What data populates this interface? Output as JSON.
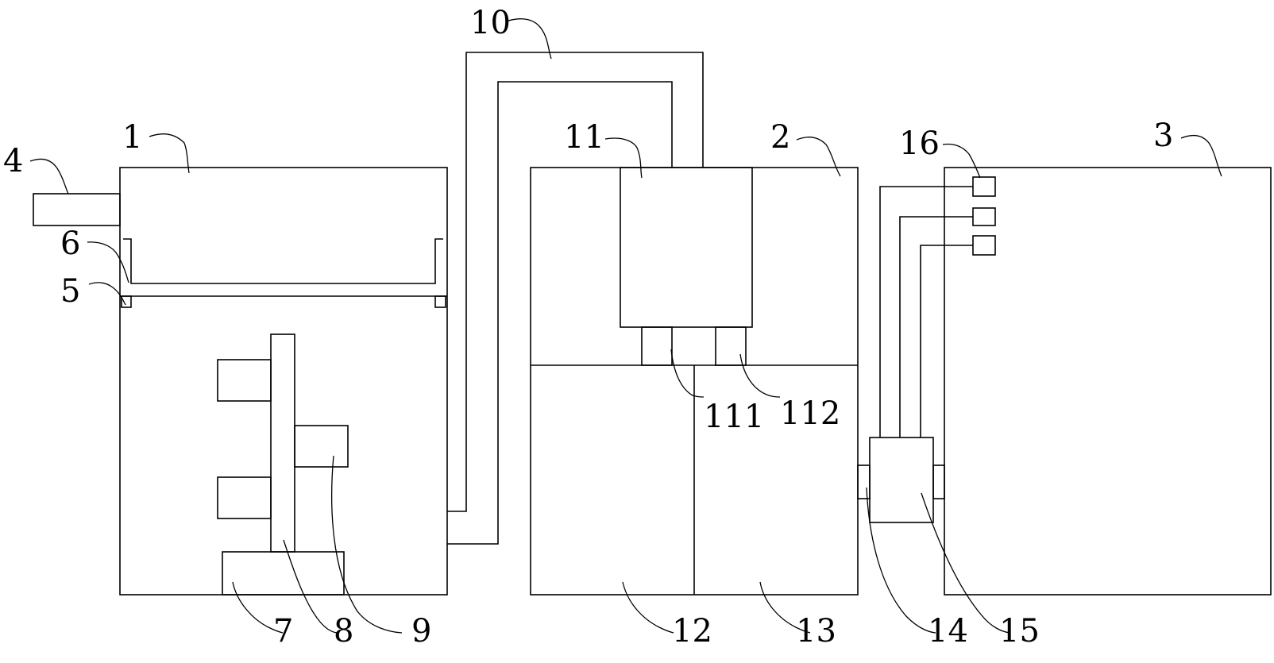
{
  "labels": {
    "l1": "1",
    "l2": "2",
    "l3": "3",
    "l4": "4",
    "l5": "5",
    "l6": "6",
    "l7": "7",
    "l8": "8",
    "l9": "9",
    "l10": "10",
    "l11": "11",
    "l111": "111",
    "l112": "112",
    "l12": "12",
    "l13": "13",
    "l14": "14",
    "l15": "15",
    "l16": "16"
  },
  "colors": {
    "line": "#000000",
    "background": "#ffffff"
  }
}
